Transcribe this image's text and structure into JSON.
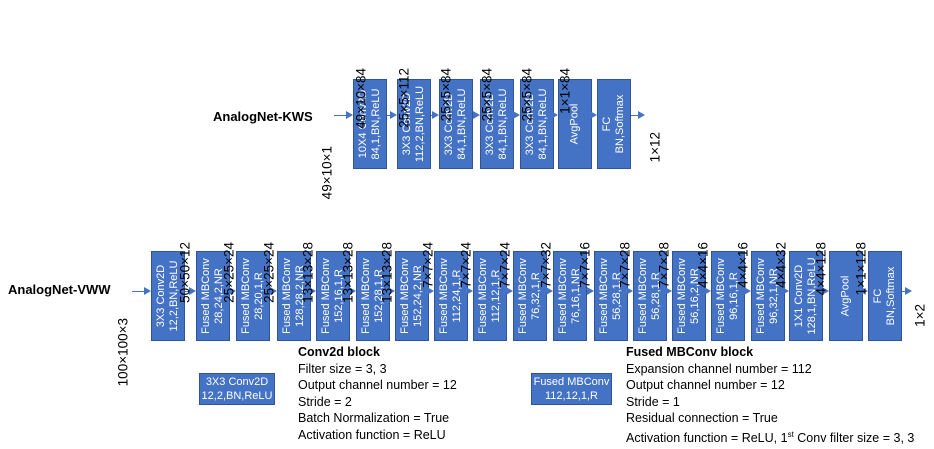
{
  "kws": {
    "name": "AnalogNet-KWS",
    "input": "49×10×1",
    "output": "1×12",
    "dims": [
      "49×10×84",
      "25×5×112",
      "25×5×84",
      "25×5×84",
      "25×5×84",
      "1×1×84"
    ],
    "blocks": [
      "10X4 Conv2D\n84,1,BN,ReLU",
      "3X3 Conv2D\n112,2,BN,ReLU",
      "3X3 Conv2D\n84,1,BN,ReLU",
      "3X3 Conv2D\n84,1,BN,ReLU",
      "3X3 Conv2D\n84,1,BN,ReLU",
      "AvgPool",
      "FC\nBN,Softmax"
    ]
  },
  "vww": {
    "name": "AnalogNet-VWW",
    "input": "100×100×3",
    "output": "1×2",
    "dims": [
      "50×50×12",
      "25×25×24",
      "25×25×24",
      "13×13×28",
      "13×13×28",
      "13×13×28",
      "7×7×24",
      "7×7×24",
      "7×7×24",
      "7×7×32",
      "7×7×16",
      "7×7×28",
      "7×7×28",
      "4×4×16",
      "4×4×16",
      "4×4×32",
      "4×4×128",
      "1×1×128"
    ],
    "blocks": [
      "3X3 Conv2D\n12,2,BN,ReLU",
      "Fused MBConv\n28,24,2,NR",
      "Fused MBConv\n28,20,1,R",
      "Fused MBConv\n128,28,2,NR",
      "Fused MBConv\n152,16,1,R",
      "Fused MBConv\n152,28,1,R",
      "Fused MBConv\n152,24,2,NR",
      "Fused MBConv\n112,24,1,R",
      "Fused MBConv\n112,12,1,R",
      "Fused MBConv\n76,32,1,R",
      "Fused MBConv\n76,16,1,NR",
      "Fused MBConv\n56,28,1,R",
      "Fused MBConv\n56,28,1,R",
      "Fused MBConv\n56,16,2,NR",
      "Fused MBConv\n96,16,1,R",
      "Fused MBConv\n96,32,1,NR",
      "1X1 Conv2D\n128,1,BN,ReLU",
      "AvgPool",
      "FC\nBN,Softmax"
    ]
  },
  "legend": {
    "conv": {
      "example": "3X3 Conv2D\n12,2,BN,ReLU",
      "title": "Conv2d block",
      "lines": [
        "Filter size = 3, 3",
        "Output channel number = 12",
        "Stride = 2",
        "Batch Normalization = True",
        "Activation function = ReLU"
      ]
    },
    "mb": {
      "example": "Fused MBConv\n112,12,1,R",
      "title": "Fused MBConv block",
      "lines": [
        "Expansion channel number = 112",
        "Output channel number = 12",
        "Stride = 1",
        "Residual connection = True"
      ],
      "last_a": "Activation function = ReLU, 1",
      "last_sup": "st",
      "last_b": " Conv filter size = 3, 3"
    }
  },
  "colors": {
    "block_fill": "#4472c4",
    "block_border": "#2f5597",
    "arrow": "#4472c4",
    "block_text": "#ffffff"
  }
}
